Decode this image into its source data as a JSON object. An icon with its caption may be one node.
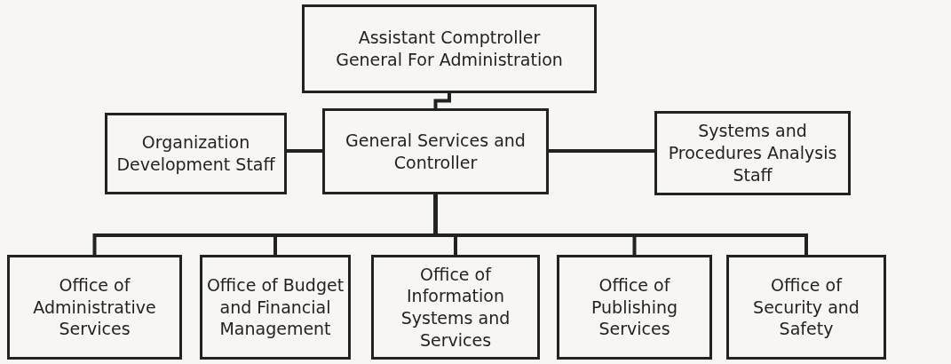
{
  "diagram": {
    "nodes": [
      {
        "text": [
          "Assistant Comptroller General For Administration"
        ]
      },
      {
        "text": [
          "Organization Development Staff"
        ]
      },
      {
        "text": [
          "General Services and Controller"
        ]
      },
      {
        "text": [
          "Systems and Procedures Analysis Staff"
        ]
      },
      {
        "text": [
          "Office of Administrative Services"
        ]
      },
      {
        "text": [
          "Office of Budget and Financial Management"
        ]
      },
      {
        "text": [
          "Office of Information Systems and Services"
        ]
      },
      {
        "text": [
          "Office of Publishing Services"
        ]
      },
      {
        "text": [
          "Office of Security and Safety"
        ]
      }
    ],
    "edges": [
      {
        "from": 0,
        "to": 2,
        "arrow": "none"
      },
      {
        "from": 2,
        "to": 1,
        "arrow": "none"
      },
      {
        "from": 2,
        "to": 3,
        "arrow": "none"
      },
      {
        "from": 2,
        "to": 4,
        "arrow": "none"
      },
      {
        "from": 2,
        "to": 5,
        "arrow": "none"
      },
      {
        "from": 2,
        "to": 6,
        "arrow": "none"
      },
      {
        "from": 2,
        "to": 7,
        "arrow": "none"
      },
      {
        "from": 2,
        "to": 8,
        "arrow": "none"
      }
    ]
  }
}
